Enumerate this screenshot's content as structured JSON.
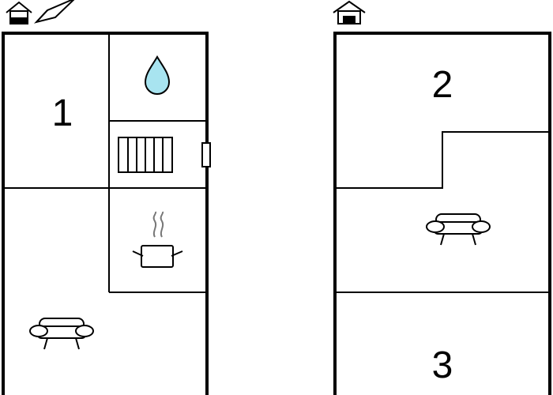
{
  "rooms": [
    {
      "id": "1",
      "label": "1"
    },
    {
      "id": "2",
      "label": "2"
    },
    {
      "id": "3",
      "label": "3"
    }
  ],
  "colors": {
    "water": "#a8e4f0",
    "wall": "#000000",
    "steam": "#777777"
  },
  "icons": [
    "home-icon",
    "flag-icon",
    "water-drop-icon",
    "heater-icon",
    "pot-icon",
    "sofa-icon"
  ]
}
